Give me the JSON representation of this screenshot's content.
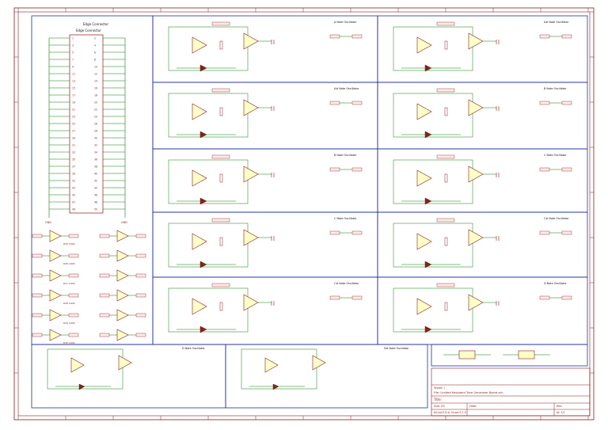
{
  "connector": {
    "title": "Edge Connector",
    "subtitle": "Edge Connector",
    "rows_left": [
      "1",
      "3",
      "5",
      "7",
      "9",
      "11",
      "13",
      "15",
      "17",
      "19",
      "21",
      "23",
      "25",
      "27",
      "29",
      "31",
      "33",
      "35",
      "37",
      "39",
      "41",
      "43",
      "45",
      "47",
      "49"
    ],
    "rows_right": [
      "2",
      "4",
      "6",
      "8",
      "10",
      "12",
      "14",
      "16",
      "18",
      "20",
      "22",
      "24",
      "26",
      "28",
      "30",
      "32",
      "34",
      "36",
      "38",
      "40",
      "42",
      "44",
      "46",
      "48",
      "50"
    ],
    "gnd_label": "GND"
  },
  "oscillator_titles": [
    "A Note Oscillator",
    "A# Note Oscillator",
    "A# Note Oscillator",
    "B Note Oscillator",
    "B Note Oscillator",
    "C Note Oscillator",
    "C Note Oscillator",
    "C# Note Oscillator",
    "C# Note Oscillator",
    "D Note Oscillator",
    "D Note Oscillator",
    "D# Note Oscillator"
  ],
  "buffer_labels": [
    "R25 100K",
    "R26 100K",
    "R27 100K",
    "R28 100K",
    "R29 100K",
    "R30 100K"
  ],
  "title_block": {
    "sheet": "Sheet: /",
    "file": "File: Limited Keyboard Tone Generator Board.sch",
    "title": "Title:",
    "size": "Size: A3",
    "date": "Date:",
    "rev": "Rev:",
    "kicad": "KiCad E.D.A.  kicad 5.1.5",
    "id": "Id: 1/1"
  }
}
